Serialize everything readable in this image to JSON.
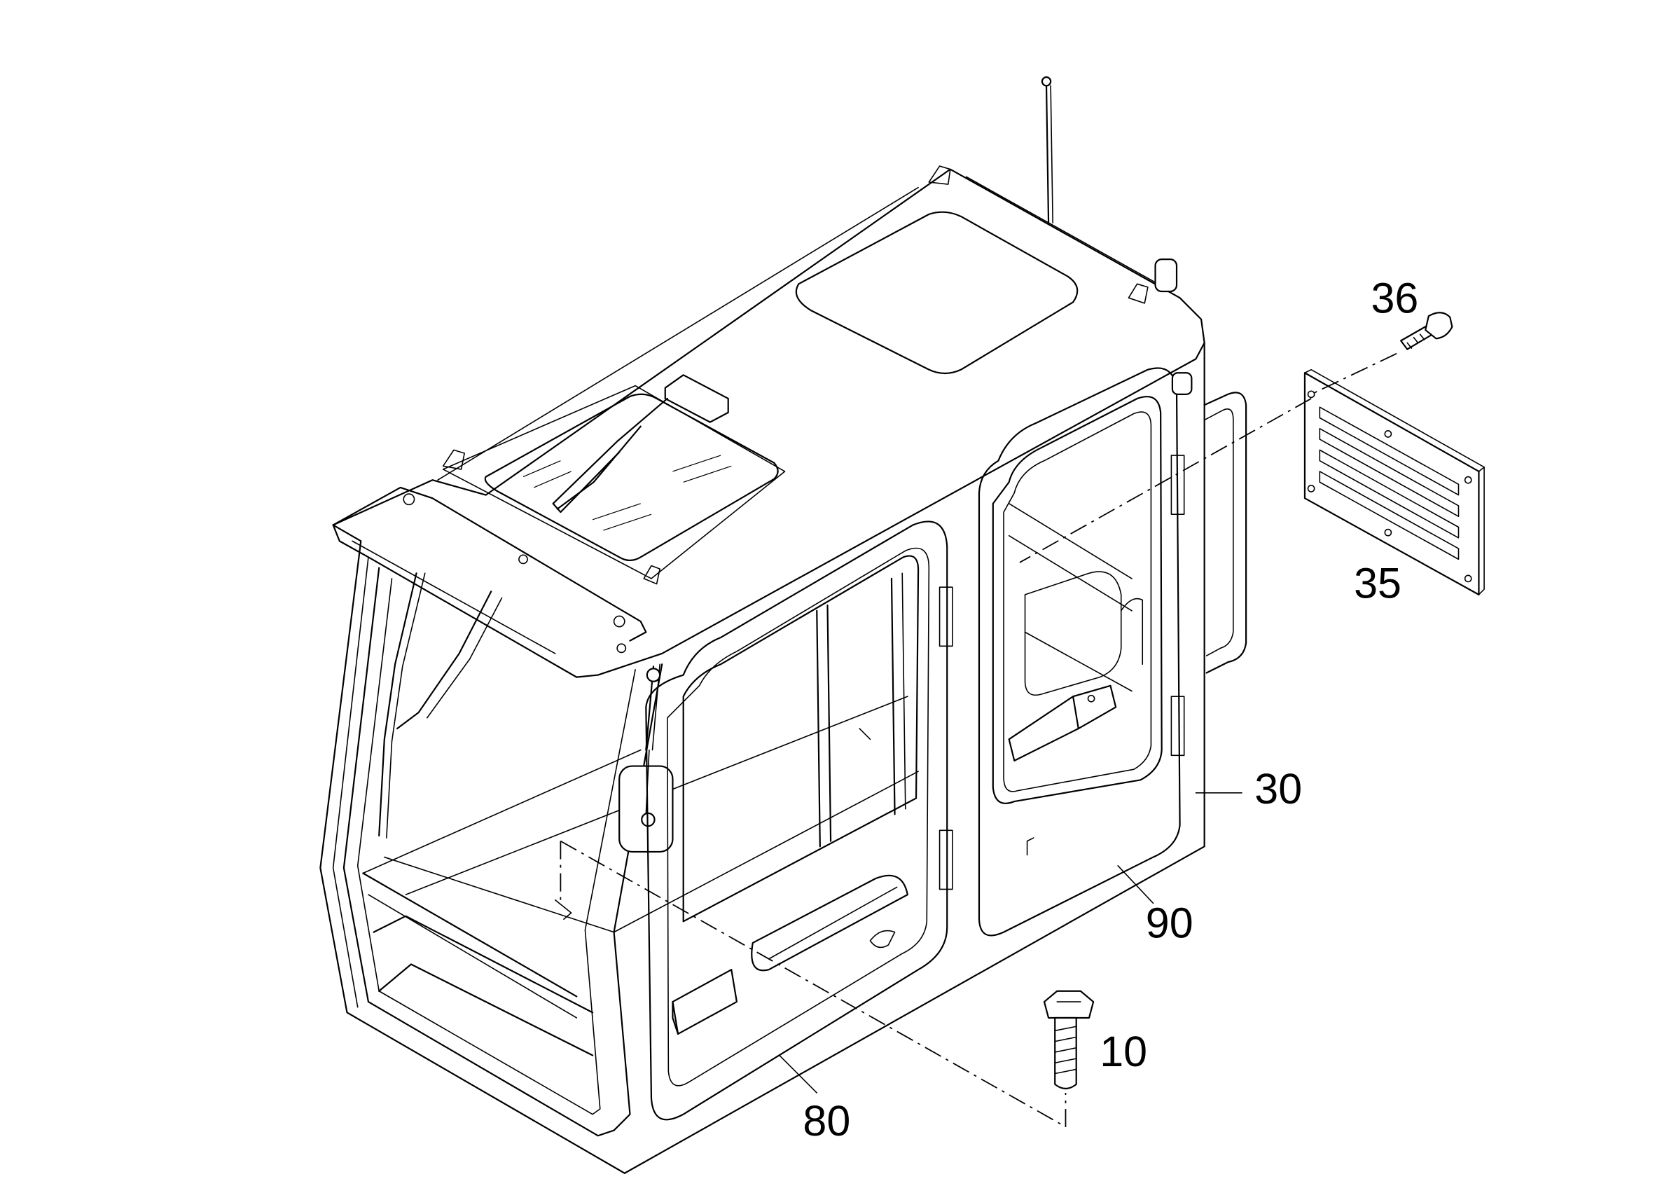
{
  "diagram": {
    "part_labels": [
      "36",
      "35",
      "30",
      "90",
      "10",
      "80"
    ]
  }
}
